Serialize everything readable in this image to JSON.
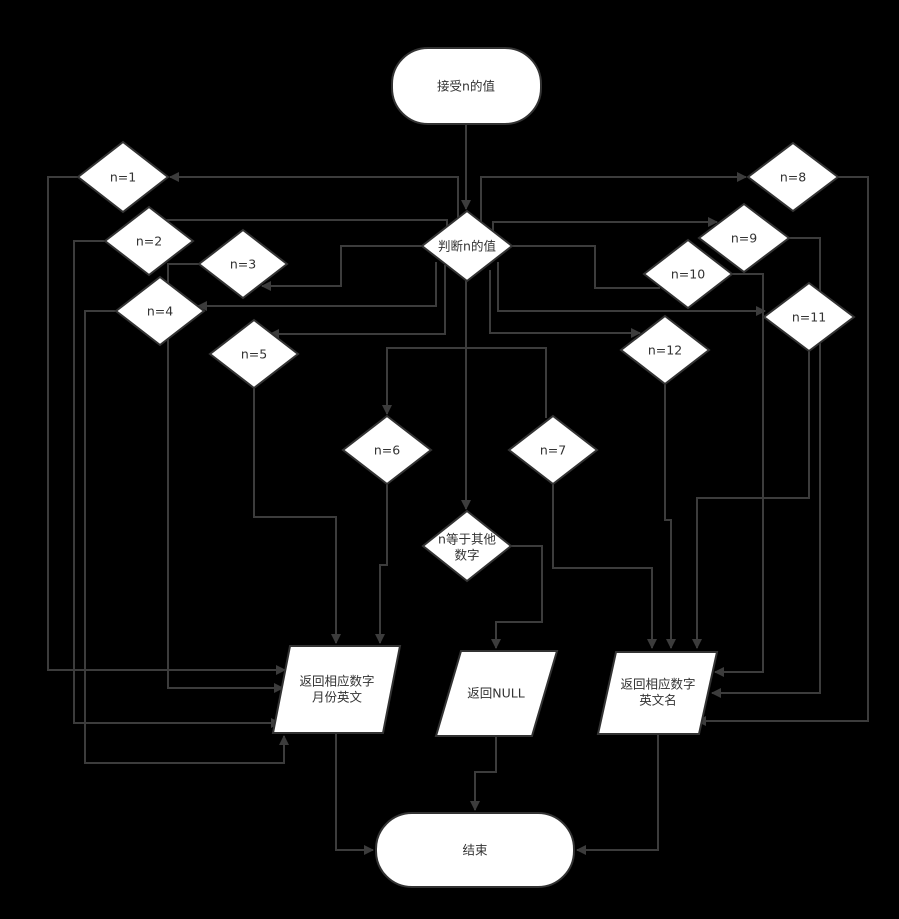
{
  "nodes": {
    "start": "接受n的值",
    "decision": "判断n的值",
    "n1": "n=1",
    "n2": "n=2",
    "n3": "n=3",
    "n4": "n=4",
    "n5": "n=5",
    "n6": "n=6",
    "n7": "n=7",
    "n8": "n=8",
    "n9": "n=9",
    "n10": "n=10",
    "n11": "n=11",
    "n12": "n=12",
    "other_line1": "n等于其他",
    "other_line2": "数字",
    "month_line1": "返回相应数字",
    "month_line2": "月份英文",
    "null_out": "返回NULL",
    "english_line1": "返回相应数字",
    "english_line2": "英文名",
    "end": "结束"
  },
  "colors": {
    "background": "#000000",
    "shape_fill": "#ffffff",
    "connector": "#3c3c3c"
  }
}
